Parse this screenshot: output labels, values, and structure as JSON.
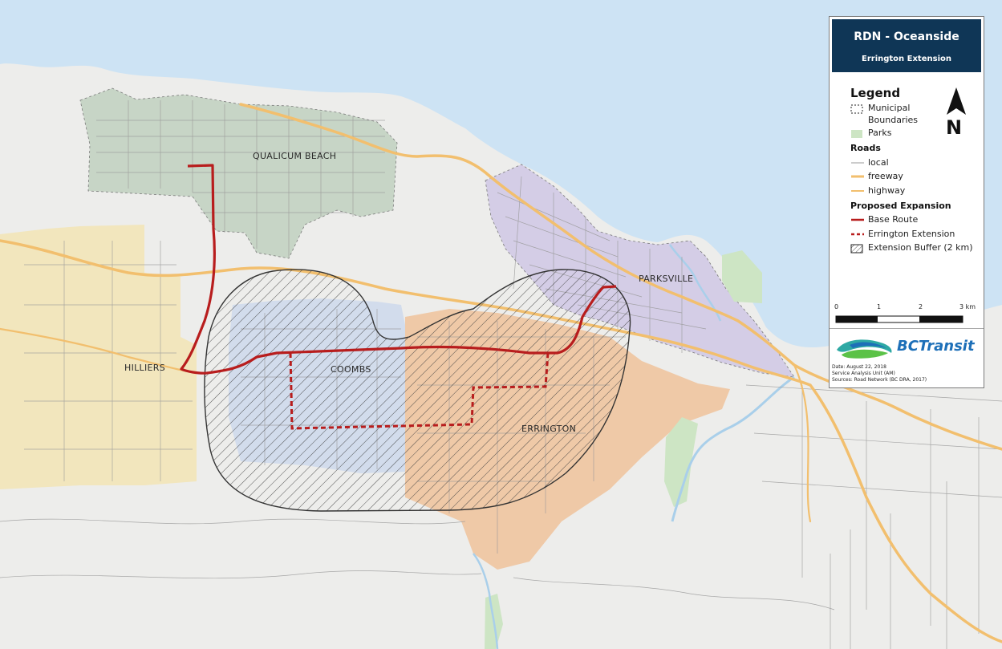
{
  "title": "RDN - Oceanside",
  "subtitle": "Errington Extension",
  "legend": {
    "heading": "Legend",
    "boundaries_label": "Municipal Boundaries",
    "boundaries_line1": "Municipal",
    "boundaries_line2": "Boundaries",
    "parks_label": "Parks",
    "roads_heading": "Roads",
    "local_label": "local",
    "freeway_label": "freeway",
    "highway_label": "highway",
    "expansion_heading": "Proposed Expansion",
    "base_route_label": "Base Route",
    "extension_label": "Errington Extension",
    "buffer_label": "Extension Buffer (2 km)"
  },
  "north_arrow": "N",
  "scale": {
    "labels": [
      "0",
      "1",
      "2",
      "3 km"
    ],
    "units": "km"
  },
  "logo_text": "BCTransit",
  "notes": [
    "Date: August 22, 2018",
    "Service Analysis Unit (AM)",
    "Sources: Road Network (BC DRA, 2017)"
  ],
  "places": {
    "qualicum_beach": "QUALICUM BEACH",
    "parksville": "PARKSVILLE",
    "hilliers": "HILLIERS",
    "coombs": "COOMBS",
    "errington": "ERRINGTON"
  },
  "colors": {
    "water": "#cde3f4",
    "land": "#ededeb",
    "qualicum_beach": "#c7d5c6",
    "parksville": "#d4cde6",
    "hilliers": "#f2e6bd",
    "coombs": "#d2dcec",
    "errington": "#efc9a7",
    "parks": "#cde5c4",
    "freeway": "#f2bf6e",
    "base_route": "#b81d1d",
    "title_bg": "#0f3656"
  }
}
